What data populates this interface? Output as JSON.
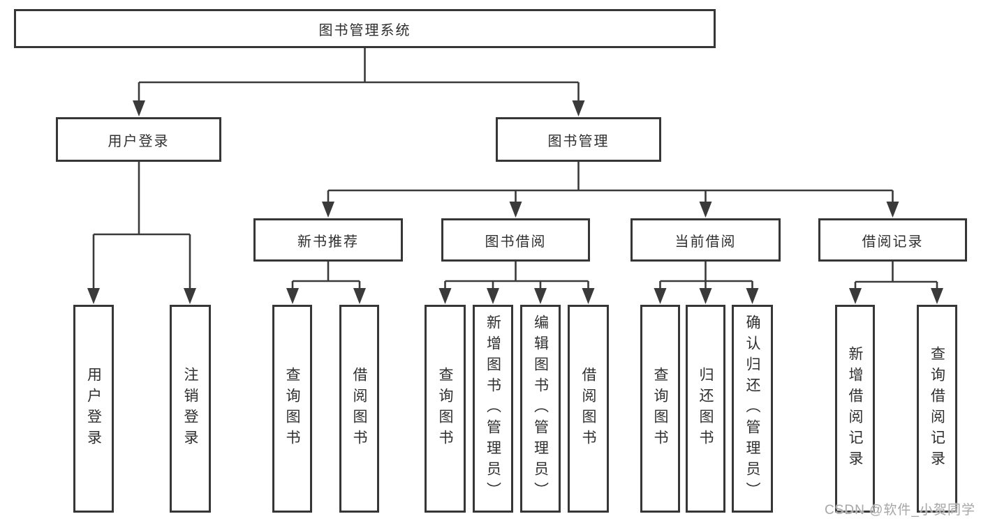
{
  "diagram": {
    "root": {
      "label": "图书管理系统"
    },
    "level2": [
      {
        "label": "用户登录"
      },
      {
        "label": "图书管理"
      }
    ],
    "level3": [
      {
        "label": "新书推荐"
      },
      {
        "label": "图书借阅"
      },
      {
        "label": "当前借阅"
      },
      {
        "label": "借阅记录"
      }
    ],
    "leaves": [
      {
        "label": "用户登录"
      },
      {
        "label": "注销登录"
      },
      {
        "label": "查询图书"
      },
      {
        "label": "借阅图书"
      },
      {
        "label": "查询图书"
      },
      {
        "label": "新增图书（管理员）"
      },
      {
        "label": "编辑图书（管理员）"
      },
      {
        "label": "借阅图书"
      },
      {
        "label": "查询图书"
      },
      {
        "label": "归还图书"
      },
      {
        "label": "确认归还（管理员）"
      },
      {
        "label": "新增借阅记录"
      },
      {
        "label": "查询借阅记录"
      }
    ]
  },
  "watermark": {
    "text": "CSDN @软件_小贺同学"
  },
  "colors": {
    "line": "#3a3a3a",
    "box_border": "#363636",
    "text": "#2f2f2f",
    "watermark": "#a6a6a6",
    "background": "#ffffff"
  }
}
